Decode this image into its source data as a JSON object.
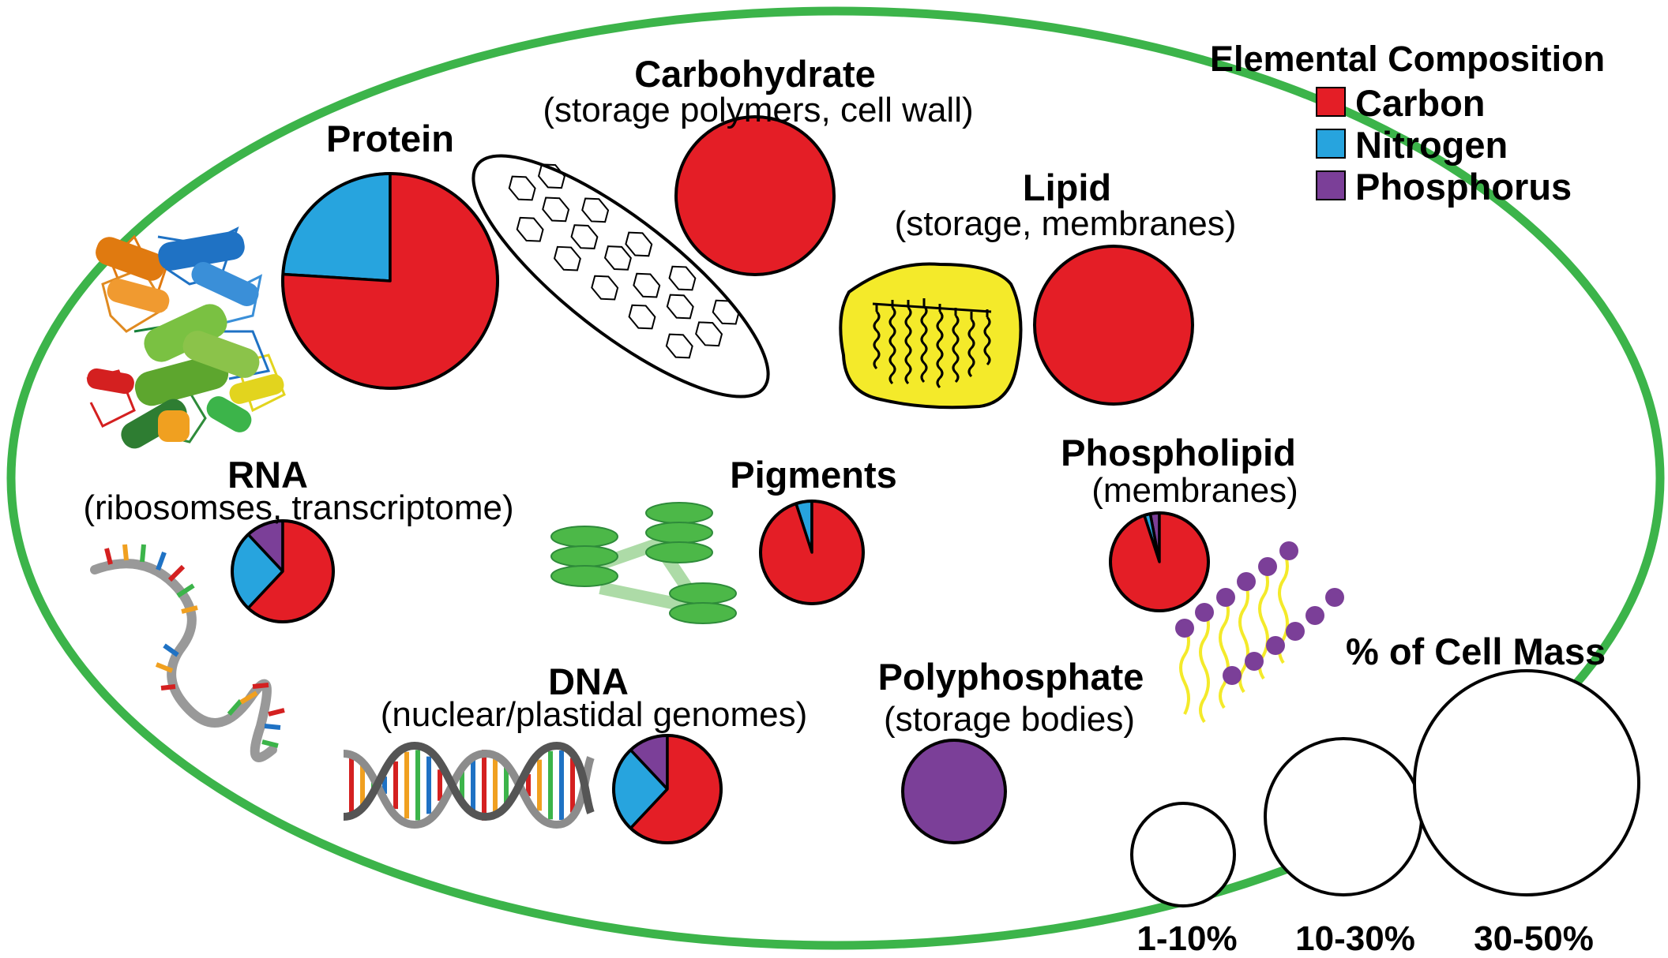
{
  "colors": {
    "carbon": "#e41e26",
    "nitrogen": "#27a4de",
    "phosphorus": "#7b3f98",
    "cell_outline": "#3cb44a",
    "lipid_blob": "#f4ea2a",
    "pigment_disc": "#4cb848"
  },
  "legend": {
    "title": "Elemental Composition",
    "items": [
      {
        "label": "Carbon",
        "color": "#e41e26"
      },
      {
        "label": "Nitrogen",
        "color": "#27a4de"
      },
      {
        "label": "Phosphorus",
        "color": "#7b3f98"
      }
    ]
  },
  "size_legend": {
    "title": "% of Cell Mass",
    "items": [
      {
        "label": "1-10%"
      },
      {
        "label": "10-30%"
      },
      {
        "label": "30-50%"
      }
    ]
  },
  "components": {
    "protein": {
      "name": "Protein",
      "sub": "",
      "icon": "protein-structure-icon",
      "composition": {
        "carbon": 0.76,
        "nitrogen": 0.24,
        "phosphorus": 0
      },
      "mass_class": "30-50%"
    },
    "carbohydrate": {
      "name": "Carbohydrate",
      "sub": "(storage polymers, cell wall)",
      "icon": "polysaccharide-icon",
      "composition": {
        "carbon": 1.0,
        "nitrogen": 0,
        "phosphorus": 0
      },
      "mass_class": "10-30%"
    },
    "lipid": {
      "name": "Lipid",
      "sub": "(storage, membranes)",
      "icon": "lipid-droplet-icon",
      "composition": {
        "carbon": 1.0,
        "nitrogen": 0,
        "phosphorus": 0
      },
      "mass_class": "10-30%"
    },
    "rna": {
      "name": "RNA",
      "sub": "(ribosomses, transcriptome)",
      "icon": "rna-strand-icon",
      "composition": {
        "carbon": 0.62,
        "nitrogen": 0.26,
        "phosphorus": 0.12
      },
      "mass_class": "1-10%"
    },
    "pigments": {
      "name": "Pigments",
      "sub": "",
      "icon": "thylakoid-icon",
      "composition": {
        "carbon": 0.95,
        "nitrogen": 0.05,
        "phosphorus": 0
      },
      "mass_class": "1-10%"
    },
    "phospholipid": {
      "name": "Phospholipid",
      "sub": "(membranes)",
      "icon": "lipid-bilayer-icon",
      "composition": {
        "carbon": 0.95,
        "nitrogen": 0.02,
        "phosphorus": 0.03
      },
      "mass_class": "1-10%"
    },
    "dna": {
      "name": "DNA",
      "sub": "(nuclear/plastidal genomes)",
      "icon": "dna-helix-icon",
      "composition": {
        "carbon": 0.62,
        "nitrogen": 0.26,
        "phosphorus": 0.12
      },
      "mass_class": "1-10%"
    },
    "polyphosphate": {
      "name": "Polyphosphate",
      "sub": "(storage bodies)",
      "icon": "",
      "composition": {
        "carbon": 0,
        "nitrogen": 0,
        "phosphorus": 1.0
      },
      "mass_class": "1-10%"
    }
  }
}
